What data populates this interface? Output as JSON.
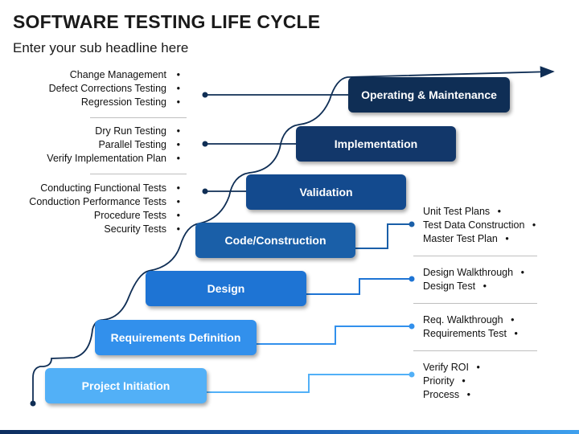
{
  "header": {
    "title": "SOFTWARE TESTING LIFE CYCLE",
    "subtitle": "Enter your sub headline here"
  },
  "stages": [
    {
      "label": "Operating & Maintenance",
      "color": "#0f2e55"
    },
    {
      "label": "Implementation",
      "color": "#12376a"
    },
    {
      "label": "Validation",
      "color": "#134a8e"
    },
    {
      "label": "Code/Construction",
      "color": "#1a5fa8"
    },
    {
      "label": "Design",
      "color": "#1e74d4"
    },
    {
      "label": "Requirements Definition",
      "color": "#3290ec"
    },
    {
      "label": "Project Initiation",
      "color": "#52b0f7"
    }
  ],
  "left_groups": [
    {
      "items": [
        "Change Management",
        "Defect Corrections Testing",
        "Regression Testing"
      ]
    },
    {
      "items": [
        "Dry Run Testing",
        "Parallel Testing",
        "Verify Implementation Plan"
      ]
    },
    {
      "items": [
        "Conducting Functional Tests",
        "Conduction Performance Tests",
        "Procedure Tests",
        "Security Tests"
      ]
    }
  ],
  "right_groups": [
    {
      "items": [
        "Unit Test Plans",
        "Test Data Construction",
        "Master Test Plan"
      ]
    },
    {
      "items": [
        "Design Walkthrough",
        "Design Test"
      ]
    },
    {
      "items": [
        "Req. Walkthrough",
        "Requirements Test"
      ]
    },
    {
      "items": [
        "Verify ROI",
        "Priority",
        "Process"
      ]
    }
  ],
  "colors": {
    "line": "#0f2e55",
    "connector": "#3a8fe0"
  }
}
